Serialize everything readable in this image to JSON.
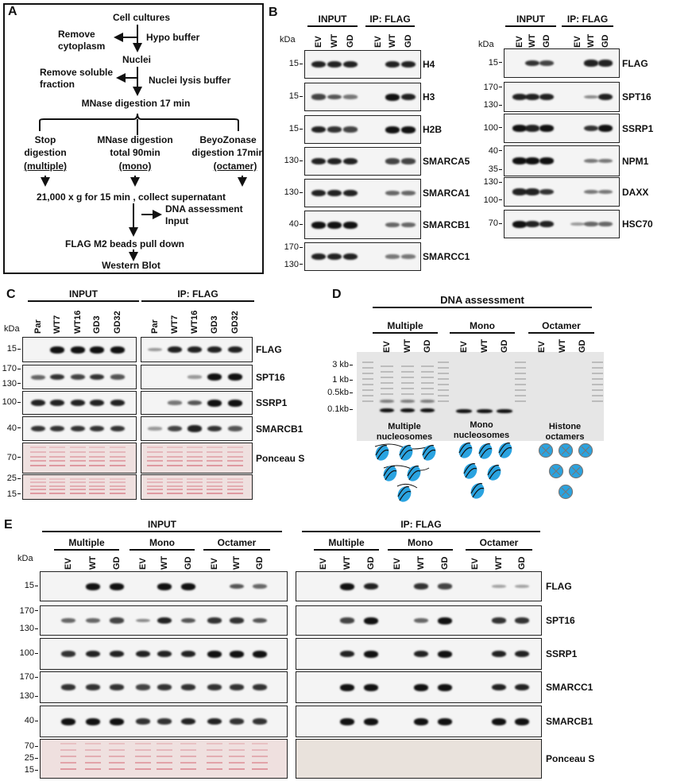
{
  "panel_a": {
    "letter": "A",
    "cell_cultures": "Cell cultures",
    "hypo_buffer": "Hypo buffer",
    "remove_cytoplasm_1": "Remove",
    "remove_cytoplasm_2": "cytoplasm",
    "nuclei": "Nuclei",
    "remove_soluble_1": "Remove soluble",
    "remove_soluble_2": "fraction",
    "nuclei_lysis": "Nuclei lysis buffer",
    "mnase17": "MNase digestion 17 min",
    "col1": [
      "Stop",
      "digestion",
      "(multiple)"
    ],
    "col2": [
      "MNase digestion",
      "total 90min",
      "(mono)"
    ],
    "col3": [
      "BeyoZonase",
      "digestion 17min",
      "(octamer)"
    ],
    "centrifuge": "21,000 x g for 15 min , collect supernatant",
    "dna_assess_1": "DNA assessment",
    "dna_assess_2": "Input",
    "pulldown": "FLAG M2 beads pull down",
    "western": "Western Blot"
  },
  "panel_b": {
    "letter": "B",
    "left": {
      "kda": "kDa",
      "groups": [
        "INPUT",
        "IP: FLAG"
      ],
      "lanes": [
        "EV",
        "WT",
        "GD",
        "EV",
        "WT",
        "GD"
      ],
      "blots": [
        {
          "label": "H4",
          "mw": [
            "15"
          ],
          "bands": [
            0.9,
            0.9,
            0.9,
            0,
            0.9,
            0.9
          ]
        },
        {
          "label": "H3",
          "mw": [
            "15"
          ],
          "bands": [
            0.7,
            0.6,
            0.4,
            0,
            1,
            0.9
          ]
        },
        {
          "label": "H2B",
          "mw": [
            "15"
          ],
          "bands": [
            0.9,
            0.8,
            0.7,
            0,
            1,
            1
          ]
        },
        {
          "label": "SMARCA5",
          "mw": [
            "130"
          ],
          "bands": [
            0.9,
            0.9,
            0.9,
            0,
            0.7,
            0.7
          ]
        },
        {
          "label": "SMARCA1",
          "mw": [
            "130"
          ],
          "bands": [
            0.9,
            0.9,
            0.9,
            0,
            0.5,
            0.5
          ]
        },
        {
          "label": "SMARCB1",
          "mw": [
            "40"
          ],
          "bands": [
            1,
            1,
            1,
            0,
            0.5,
            0.5
          ]
        },
        {
          "label": "SMARCC1",
          "mw": [
            "170",
            "130"
          ],
          "bands": [
            0.9,
            0.9,
            0.9,
            0,
            0.4,
            0.4
          ]
        }
      ]
    },
    "right": {
      "kda": "kDa",
      "groups": [
        "INPUT",
        "IP: FLAG"
      ],
      "lanes": [
        "EV",
        "WT",
        "GD",
        "EV",
        "WT",
        "GD"
      ],
      "blots": [
        {
          "label": "FLAG",
          "mw": [
            "15"
          ],
          "bands": [
            0,
            0.8,
            0.7,
            0,
            0.9,
            0.9
          ]
        },
        {
          "label": "SPT16",
          "mw": [
            "170",
            "130"
          ],
          "bands": [
            0.9,
            0.9,
            0.9,
            0,
            0.3,
            0.9
          ]
        },
        {
          "label": "SSRP1",
          "mw": [
            "100"
          ],
          "bands": [
            1,
            0.9,
            1,
            0,
            0.8,
            1
          ]
        },
        {
          "label": "NPM1",
          "mw": [
            "40",
            "35"
          ],
          "bands": [
            1,
            1,
            1,
            0,
            0.4,
            0.4
          ]
        },
        {
          "label": "DAXX",
          "mw": [
            "130",
            "100"
          ],
          "bands": [
            0.9,
            0.9,
            0.8,
            0,
            0.4,
            0.4
          ]
        },
        {
          "label": "HSC70",
          "mw": [
            "70"
          ],
          "bands": [
            1,
            0.9,
            0.9,
            0.2,
            0.5,
            0.5
          ]
        }
      ]
    }
  },
  "panel_c": {
    "letter": "C",
    "kda": "kDa",
    "groups": [
      "INPUT",
      "IP: FLAG"
    ],
    "lanes": [
      "Par",
      "WT7",
      "WT16",
      "GD3",
      "GD32",
      "Par",
      "WT7",
      "WT16",
      "GD3",
      "GD32"
    ],
    "blots": [
      {
        "label": "FLAG",
        "mw": [
          "15"
        ],
        "bands": [
          0,
          1,
          1,
          1,
          1,
          0.2,
          0.9,
          0.9,
          0.9,
          0.9
        ]
      },
      {
        "label": "SPT16",
        "mw": [
          "170",
          "130"
        ],
        "bands": [
          0.5,
          0.8,
          0.7,
          0.8,
          0.6,
          0,
          0,
          0.2,
          1,
          1
        ]
      },
      {
        "label": "SSRP1",
        "mw": [
          "100"
        ],
        "bands": [
          0.9,
          0.9,
          0.9,
          0.9,
          0.9,
          0,
          0.4,
          0.6,
          1,
          1
        ]
      },
      {
        "label": "SMARCB1",
        "mw": [
          "40"
        ],
        "bands": [
          0.8,
          0.8,
          0.8,
          0.8,
          0.8,
          0.2,
          0.7,
          0.9,
          0.8,
          0.6
        ]
      },
      {
        "label": "Ponceau S",
        "mw": [
          "70"
        ],
        "ponceau": true,
        "bands": [
          1,
          1,
          1,
          1,
          1,
          1,
          1,
          1,
          1,
          1
        ]
      },
      {
        "label": "",
        "mw": [
          "25",
          "15"
        ],
        "ponceau": true,
        "bands": [
          1,
          1,
          1,
          1,
          1,
          1,
          1,
          1,
          1,
          1
        ]
      }
    ]
  },
  "panel_d": {
    "letter": "D",
    "title": "DNA assessment",
    "groups": [
      "Multiple",
      "Mono",
      "Octamer"
    ],
    "lanes": [
      "EV",
      "WT",
      "GD",
      "EV",
      "WT",
      "GD",
      "EV",
      "WT",
      "GD"
    ],
    "markers": [
      "3 kb",
      "1 kb",
      "0.5kb",
      "0.1kb"
    ],
    "captions": [
      [
        "Multiple",
        "nucleosomes"
      ],
      [
        "Mono",
        "nucleosomes"
      ],
      [
        "Histone",
        "octamers"
      ]
    ],
    "nucleosome_color": "#2aa3e0"
  },
  "panel_e": {
    "letter": "E",
    "kda": "kDa",
    "groups": [
      "INPUT",
      "IP: FLAG"
    ],
    "subgroups": [
      "Multiple",
      "Mono",
      "Octamer",
      "Multiple",
      "Mono",
      "Octamer"
    ],
    "lanes": [
      "EV",
      "WT",
      "GD",
      "EV",
      "WT",
      "GD",
      "EV",
      "WT",
      "GD",
      "EV",
      "WT",
      "GD",
      "EV",
      "WT",
      "GD",
      "EV",
      "WT",
      "GD"
    ],
    "blots": [
      {
        "label": "FLAG",
        "mw": [
          "15"
        ],
        "bands": [
          0,
          1,
          1,
          0,
          1,
          1,
          0,
          0.6,
          0.5,
          0,
          1,
          0.9,
          0,
          0.8,
          0.7,
          0,
          0.15,
          0.15
        ]
      },
      {
        "label": "SPT16",
        "mw": [
          "170",
          "130"
        ],
        "bands": [
          0.5,
          0.5,
          0.7,
          0.3,
          0.9,
          0.6,
          0.8,
          0.8,
          0.6,
          0,
          0.7,
          1,
          0,
          0.5,
          1,
          0,
          0.8,
          0.8
        ]
      },
      {
        "label": "SSRP1",
        "mw": [
          "100"
        ],
        "bands": [
          0.8,
          0.9,
          0.9,
          0.9,
          0.9,
          0.9,
          1,
          1,
          1,
          0,
          0.9,
          1,
          0,
          0.9,
          1,
          0,
          0.9,
          0.9
        ]
      },
      {
        "label": "SMARCC1",
        "mw": [
          "170",
          "130"
        ],
        "bands": [
          0.8,
          0.8,
          0.8,
          0.7,
          0.8,
          0.8,
          0.8,
          0.8,
          0.8,
          0,
          1,
          1,
          0,
          1,
          1,
          0,
          0.9,
          0.9
        ]
      },
      {
        "label": "SMARCB1",
        "mw": [
          "40"
        ],
        "bands": [
          1,
          1,
          1,
          0.8,
          0.8,
          0.9,
          0.9,
          0.8,
          0.8,
          0,
          1,
          1,
          0,
          1,
          1,
          0,
          1,
          1
        ]
      },
      {
        "label": "Ponceau S",
        "mw": [
          "70",
          "25",
          "15"
        ],
        "ponceau": true,
        "bands": [
          1,
          1,
          1,
          1,
          1,
          1,
          1,
          1,
          1,
          0,
          0,
          0,
          0,
          0,
          0,
          0,
          0,
          0
        ]
      }
    ]
  }
}
